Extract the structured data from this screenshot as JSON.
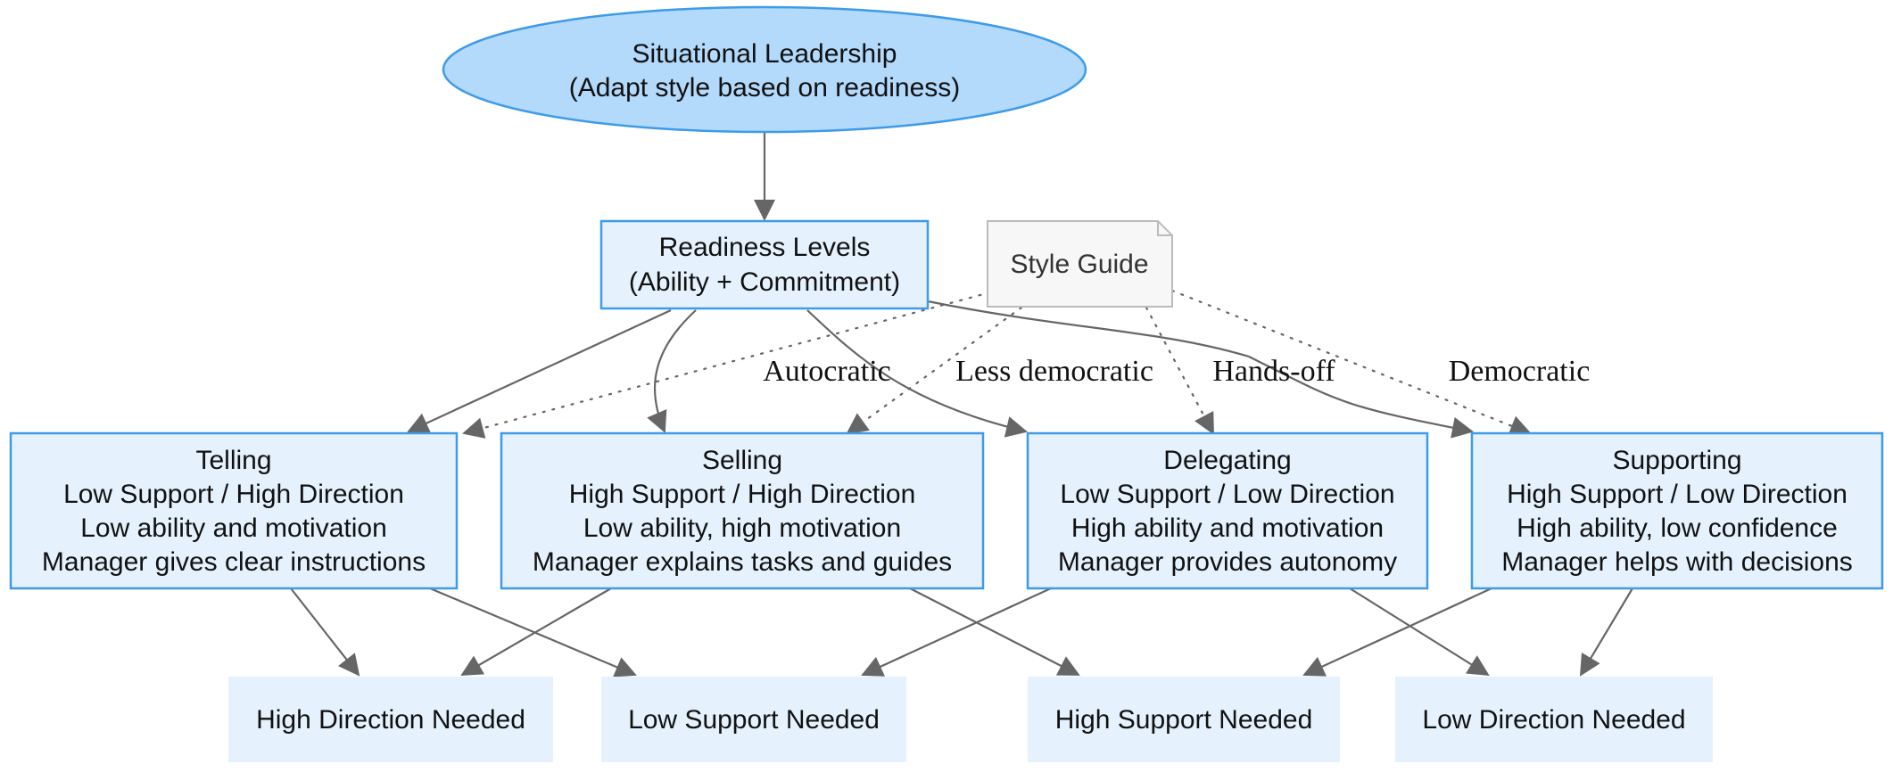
{
  "root": {
    "line1": "Situational Leadership",
    "line2": "(Adapt style based on readiness)"
  },
  "readiness": {
    "line1": "Readiness Levels",
    "line2": "(Ability + Commitment)"
  },
  "note": {
    "label": "Style Guide"
  },
  "styles": [
    {
      "id": "telling",
      "lines": [
        "Telling",
        "Low Support / High Direction",
        "Low ability and motivation",
        "Manager gives clear instructions"
      ]
    },
    {
      "id": "selling",
      "lines": [
        "Selling",
        "High Support / High Direction",
        "Low ability, high motivation",
        "Manager explains tasks and guides"
      ]
    },
    {
      "id": "delegating",
      "lines": [
        "Delegating",
        "Low Support / Low Direction",
        "High ability and motivation",
        "Manager provides autonomy"
      ]
    },
    {
      "id": "supporting",
      "lines": [
        "Supporting",
        "High Support / Low Direction",
        "High ability, low confidence",
        "Manager helps with decisions"
      ]
    }
  ],
  "needs": [
    {
      "id": "high-direction",
      "label": "High Direction Needed"
    },
    {
      "id": "low-support",
      "label": "Low Support Needed"
    },
    {
      "id": "high-support",
      "label": "High Support Needed"
    },
    {
      "id": "low-direction",
      "label": "Low Direction Needed"
    }
  ],
  "edge_labels": {
    "autocratic": "Autocratic",
    "less_democratic": "Less democratic",
    "hands_off": "Hands-off",
    "democratic": "Democratic"
  },
  "colors": {
    "root_fill": "#b3d9fb",
    "node_fill": "#e5f2fd",
    "node_stroke": "#3d9be9",
    "note_fill": "#f7f7f7",
    "note_stroke": "#bbbbbb",
    "edge": "#666666"
  }
}
